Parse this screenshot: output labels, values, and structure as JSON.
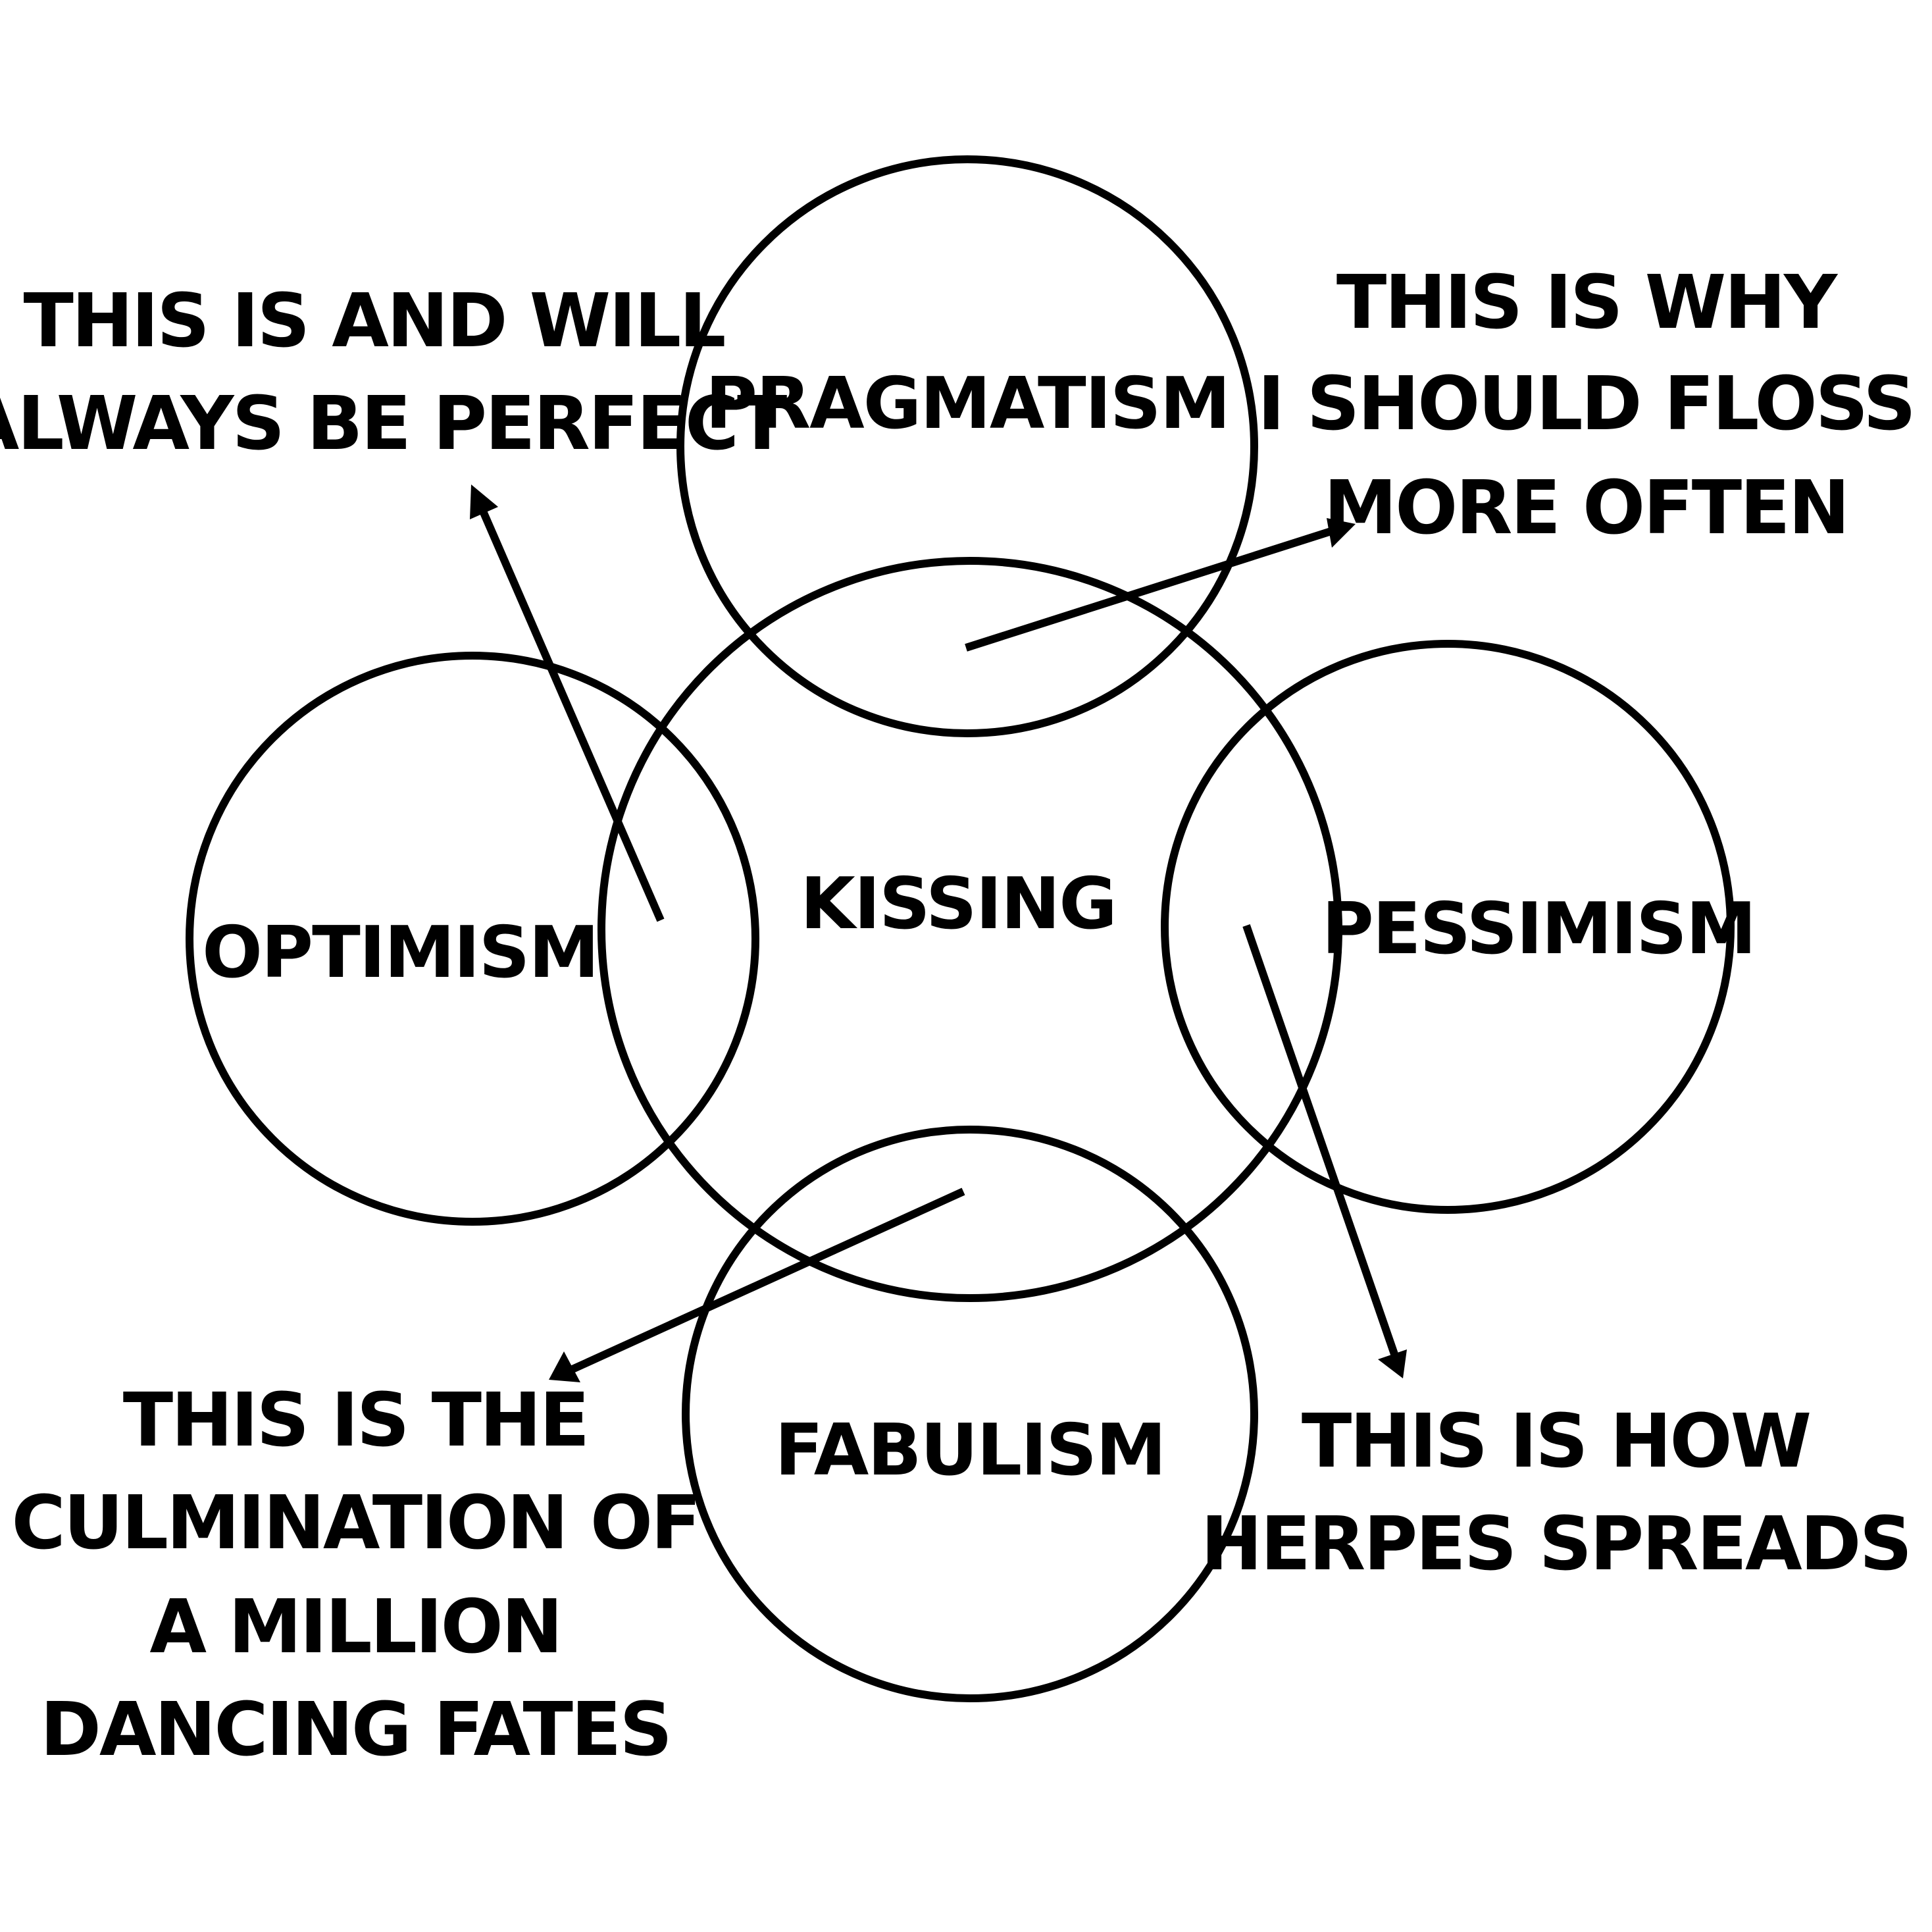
{
  "colors": {
    "background": "#ffffff",
    "ink": "#000000"
  },
  "circles": {
    "pragmatism": {
      "label": "PRAGMATISM"
    },
    "optimism": {
      "label": "OPTIMISM"
    },
    "kissing": {
      "label": "KISSING"
    },
    "pessimism": {
      "label": "PESSIMISM"
    },
    "fabulism": {
      "label": "FABULISM"
    }
  },
  "notes": {
    "optimism_kissing": {
      "lines": [
        "THIS IS AND WILL",
        "ALWAYS BE PERFECT"
      ]
    },
    "pragmatism_kissing": {
      "lines": [
        "THIS IS WHY",
        "I SHOULD FLOSS",
        "MORE OFTEN"
      ]
    },
    "fabulism_kissing": {
      "lines": [
        "THIS IS THE",
        "CULMINATION OF",
        "A MILLION",
        "DANCING FATES"
      ]
    },
    "pessimism_kissing": {
      "lines": [
        "THIS IS HOW",
        "HERPES SPREADS"
      ]
    }
  }
}
